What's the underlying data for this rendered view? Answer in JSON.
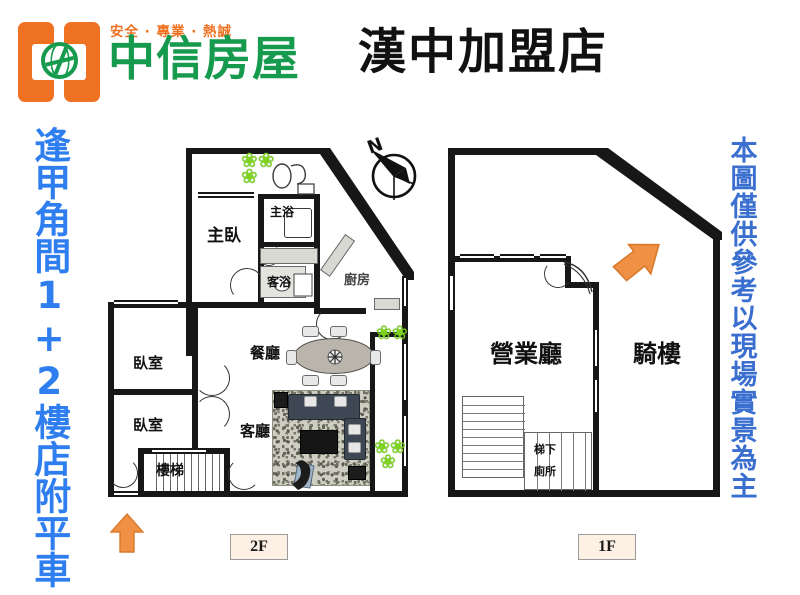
{
  "header": {
    "logo_tagline": "安全 · 專業 · 熱誠",
    "logo_name": "中信房屋",
    "title": "漢中加盟店"
  },
  "side_text": {
    "left": "逢甲角間1+2樓店附平車",
    "right": "本圖僅供參考以現場實景為主"
  },
  "colors": {
    "brand_orange": "#ef7122",
    "brand_green": "#169a4e",
    "left_text_blue": "#2f7ef0",
    "right_text_blue": "#3a6fd0",
    "arrow_orange": "#ef9045",
    "wall_black": "#171717",
    "floor_tag_bg": "#fdf0e4"
  },
  "compass": {
    "north_label": "N"
  },
  "floors": [
    {
      "id": "2F",
      "tag": "2F",
      "rooms": [
        {
          "key": "master_bedroom",
          "label": "主臥"
        },
        {
          "key": "master_bath",
          "label": "主浴"
        },
        {
          "key": "guest_bath",
          "label": "客浴"
        },
        {
          "key": "kitchen",
          "label": "廚房"
        },
        {
          "key": "bedroom_2",
          "label": "臥室"
        },
        {
          "key": "bedroom_3",
          "label": "臥室"
        },
        {
          "key": "dining",
          "label": "餐廳"
        },
        {
          "key": "living",
          "label": "客廳"
        },
        {
          "key": "stairs",
          "label": "樓梯"
        }
      ]
    },
    {
      "id": "1F",
      "tag": "1F",
      "rooms": [
        {
          "key": "business_hall",
          "label": "營業廳"
        },
        {
          "key": "arcade",
          "label": "騎樓"
        },
        {
          "key": "under_stair_wc1",
          "label": "梯下"
        },
        {
          "key": "under_stair_wc2",
          "label": "廁所"
        }
      ]
    }
  ],
  "arrows": [
    {
      "key": "entry-arrow-2f",
      "direction": "up"
    },
    {
      "key": "entry-arrow-1f",
      "direction": "down-left"
    }
  ]
}
